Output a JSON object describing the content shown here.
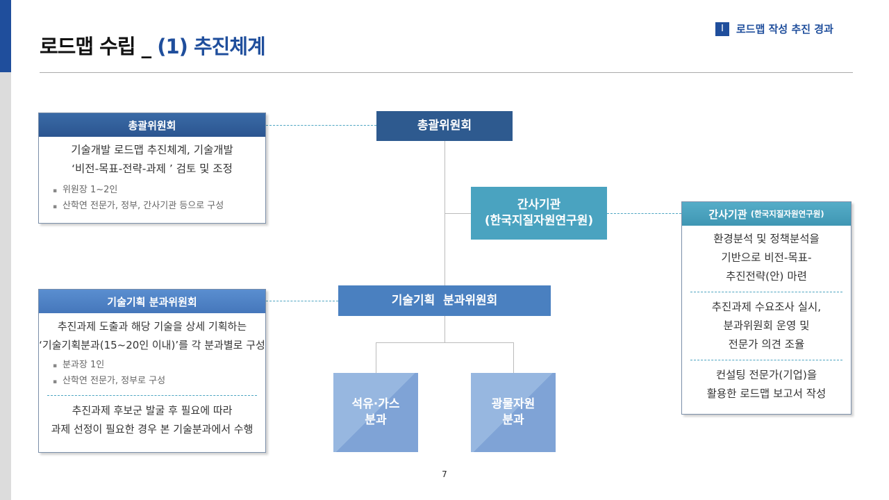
{
  "header": {
    "title_main": "로드맵 수립 _ ",
    "title_sub": "(1) 추진체계",
    "section_marker": "I",
    "section_label": "로드맵 작성 추진 경과"
  },
  "left_top": {
    "header": "총괄위원회",
    "main": [
      "기술개발 로드맵 추진체계, 기술개발",
      "‘비전-목표-전략-과제 ’ 검토 및 조정"
    ],
    "bullets": [
      "위원장 1~2인",
      "산학연 전문가, 정부, 간사기관 등으로 구성"
    ]
  },
  "left_bottom": {
    "header": "기술기획 분과위원회",
    "main": [
      "추진과제 도출과 해당 기술을 상세 기획하는",
      "‘기술기획분과(15~20인 이내)’를 각 분과별로 구성"
    ],
    "bullets": [
      "분과장 1인",
      "산학연 전문가, 정부로 구성"
    ],
    "note": [
      "추진과제 후보군 발굴 후 필요에 따라",
      "과제 선정이 필요한 경우 본 기술분과에서 수행"
    ]
  },
  "chart": {
    "top": "총괄위원회",
    "secretariat": [
      "간사기관",
      "(한국지질자원연구원)"
    ],
    "planning": "기술기획  분과위원회",
    "sub1": [
      "석유·가스",
      "분과"
    ],
    "sub2": [
      "광물자원",
      "분과"
    ]
  },
  "right": {
    "header_main": "간사기관",
    "header_sub": "(한국지질자원연구원)",
    "sections": [
      [
        "환경분석 및 정책분석을",
        "기반으로 비전-목표-",
        "추진전략(안) 마련"
      ],
      [
        "추진과제 수요조사 실시,",
        "분과위원회 운영 및",
        "전문가 의견 조율"
      ],
      [
        "컨설팅 전문가(기업)을",
        "활용한 로드맵 보고서 작성"
      ]
    ]
  },
  "page_number": "7",
  "colors": {
    "brand": "#1f4e9c",
    "dark": "#2e5a8f",
    "teal": "#4aa3c0",
    "mid": "#4a80c0",
    "light": "#8aaedc"
  }
}
